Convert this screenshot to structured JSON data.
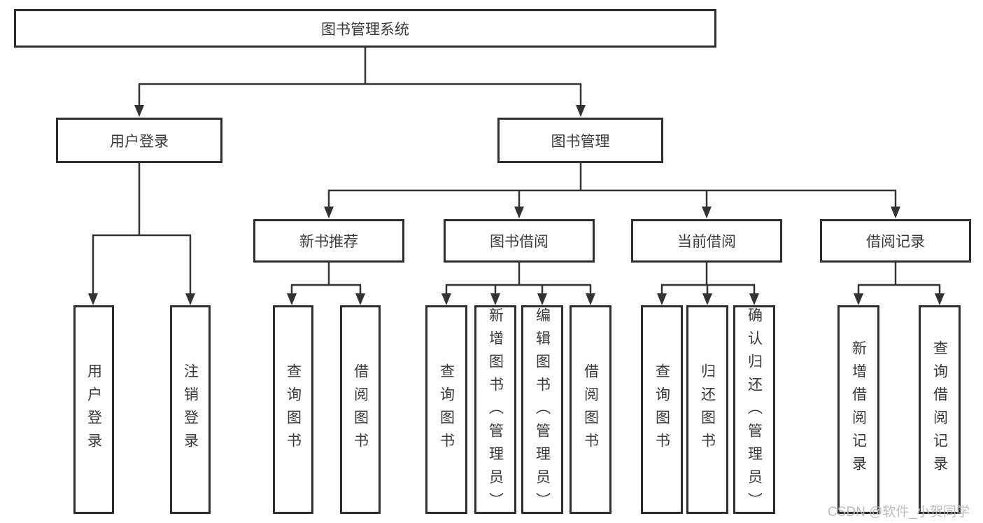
{
  "diagram": {
    "type": "tree",
    "title": "图书管理系统",
    "nodes": {
      "root": {
        "label": "图书管理系统"
      },
      "user_login": {
        "label": "用户登录"
      },
      "book_management": {
        "label": "图书管理"
      },
      "new_book_recommend": {
        "label": "新书推荐"
      },
      "book_borrow": {
        "label": "图书借阅"
      },
      "current_borrow": {
        "label": "当前借阅"
      },
      "borrow_records": {
        "label": "借阅记录"
      },
      "leaf_user_login": {
        "label": "用户登录"
      },
      "leaf_logout_login": {
        "label": "注销登录"
      },
      "leaf_rec_query_books": {
        "label": "查询图书"
      },
      "leaf_rec_borrow_books": {
        "label": "借阅图书"
      },
      "leaf_bor_query_books": {
        "label": "查询图书"
      },
      "leaf_bor_add_books": {
        "label": "新增图书（管理员）"
      },
      "leaf_bor_edit_books": {
        "label": "编辑图书（管理员）"
      },
      "leaf_bor_borrow_books": {
        "label": "借阅图书"
      },
      "leaf_cur_query_books": {
        "label": "查询图书"
      },
      "leaf_cur_return_books": {
        "label": "归还图书"
      },
      "leaf_cur_confirm_return": {
        "label": "确认归还（管理员）"
      },
      "leaf_rcd_add_record": {
        "label": "新增借阅记录"
      },
      "leaf_rcd_query_record": {
        "label": "查询借阅记录"
      }
    },
    "edges": [
      [
        "root",
        "user_login"
      ],
      [
        "root",
        "book_management"
      ],
      [
        "user_login",
        "leaf_user_login"
      ],
      [
        "user_login",
        "leaf_logout_login"
      ],
      [
        "book_management",
        "new_book_recommend"
      ],
      [
        "book_management",
        "book_borrow"
      ],
      [
        "book_management",
        "current_borrow"
      ],
      [
        "book_management",
        "borrow_records"
      ],
      [
        "new_book_recommend",
        "leaf_rec_query_books"
      ],
      [
        "new_book_recommend",
        "leaf_rec_borrow_books"
      ],
      [
        "book_borrow",
        "leaf_bor_query_books"
      ],
      [
        "book_borrow",
        "leaf_bor_add_books"
      ],
      [
        "book_borrow",
        "leaf_bor_edit_books"
      ],
      [
        "book_borrow",
        "leaf_bor_borrow_books"
      ],
      [
        "current_borrow",
        "leaf_cur_query_books"
      ],
      [
        "current_borrow",
        "leaf_cur_return_books"
      ],
      [
        "current_borrow",
        "leaf_cur_confirm_return"
      ],
      [
        "borrow_records",
        "leaf_rcd_add_record"
      ],
      [
        "borrow_records",
        "leaf_rcd_query_record"
      ]
    ],
    "colors": {
      "line": "#333333",
      "box_border": "#2e2e2e",
      "text": "#3a3a3a",
      "background": "#ffffff",
      "watermark": "#b9babd"
    },
    "watermark": "CSDN @软件_小贺同学"
  }
}
